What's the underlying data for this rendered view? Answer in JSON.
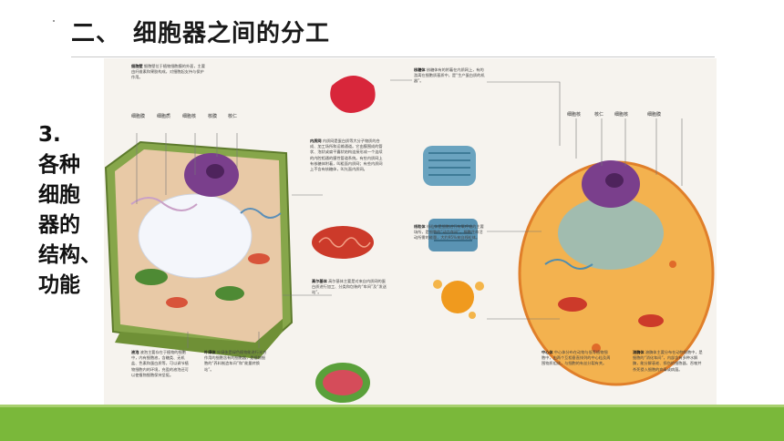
{
  "header": {
    "number": "二、",
    "title": "细胞器之间的分工"
  },
  "side": {
    "lines": [
      "3.",
      "各种",
      "细胞",
      "器的",
      "结构、",
      "功能"
    ]
  },
  "figure": {
    "plant_labels": [
      "细胞膜",
      "细胞质",
      "细胞核",
      "核膜",
      "核仁"
    ],
    "animal_labels": [
      "细胞核",
      "核仁",
      "细胞核",
      "细胞膜"
    ],
    "notes": {
      "cell_wall": {
        "name": "细胞壁",
        "text": "细胞壁位于植物细胞膜的外面，主要由纤维素和果胶构成，对细胞起支持与保护作用。"
      },
      "er": {
        "name": "内质网",
        "text": "内质网是蛋白质等大分子物质的合成、加工场所和运输通道。它由膜围成的管状、泡状或扁平囊状结构连接形成一个连续的内腔相通的膜性管道系统。有些内质网上有核糖体附着，叫粗面内质网；有些内质网上不含有核糖体，叫光面内质网。"
      },
      "ribosome": {
        "name": "核糖体",
        "text": "核糖体有的附着在内质网上，有的游离在细胞质基质中，是“生产蛋白质的机器”。"
      },
      "mito": {
        "name": "线粒体",
        "text": "线粒体是细胞进行有氧呼吸的主要场所，是细胞的“动力车间”。细胞生命活动所需的能量，大约95%来自线粒体。"
      },
      "golgi": {
        "name": "高尔基体",
        "text": "高尔基体主要是对来自内质网的蛋白质进行加工、分类和包装的“车间”及“发送站”。"
      },
      "vacuole": {
        "name": "液泡",
        "text": "液泡主要存在于植物的细胞中，内有细胞液，含糖类、无机盐、色素和蛋白质等，可以调节植物细胞内的环境，充盈的液泡还可以使植物细胞保持坚挺。"
      },
      "chloro": {
        "name": "叶绿体",
        "text": "叶绿体是绿色植物能进行光合作用的细胞含有的细胞器，是植物细胞的“养料制造车间”和“能量转换站”。"
      },
      "centro": {
        "name": "中心体",
        "text": "中心体分布在动物与低等植物细胞中，由两个互相垂直排列的中心粒及周围物质组成，与细胞的有丝分裂有关。"
      },
      "lyso": {
        "name": "溶酶体",
        "text": "溶酶体主要分布在动物细胞中，是细胞的“消化车间”，内部含有多种水解酶，能分解衰老、损伤的细胞器，吞噬并杀死侵入细胞的病毒或病菌。"
      }
    }
  },
  "colors": {
    "accent_green": "#7ab83a",
    "accent_light": "#a8d06f"
  }
}
